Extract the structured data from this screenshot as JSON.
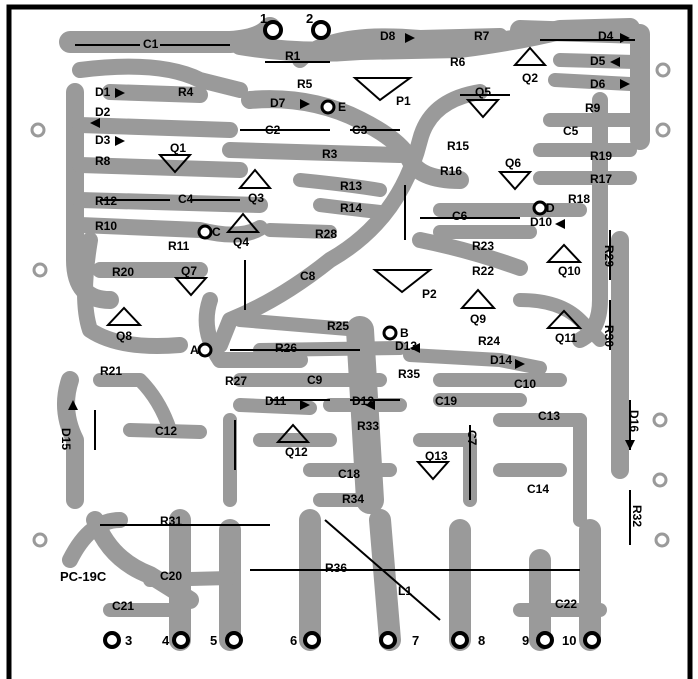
{
  "board_code": "PC-19C",
  "top_pads": [
    "1",
    "2"
  ],
  "bottom_pads": [
    "3",
    "4",
    "5",
    "6",
    "7",
    "8",
    "9",
    "10"
  ],
  "components": {
    "C1": "C1",
    "C2": "C2",
    "C3": "C3",
    "C4": "C4",
    "C5": "C5",
    "C6": "C6",
    "C7": "C7",
    "C8": "C8",
    "C9": "C9",
    "C10": "C10",
    "C12": "C12",
    "C13": "C13",
    "C14": "C14",
    "C18": "C18",
    "C19": "C19",
    "C20": "C20",
    "C21": "C21",
    "C22": "C22",
    "R1": "R1",
    "R3": "R3",
    "R4": "R4",
    "R5": "R5",
    "R6": "R6",
    "R7": "R7",
    "R8": "R8",
    "R9": "R9",
    "R10": "R10",
    "R11": "R11",
    "R12": "R12",
    "R13": "R13",
    "R14": "R14",
    "R15": "R15",
    "R16": "R16",
    "R17": "R17",
    "R18": "R18",
    "R19": "R19",
    "R20": "R20",
    "R21": "R21",
    "R22": "R22",
    "R23": "R23",
    "R24": "R24",
    "R25": "R25",
    "R26": "R26",
    "R27": "R27",
    "R28": "R28",
    "R29": "R29",
    "R30": "R30",
    "R31": "R31",
    "R32": "R32",
    "R33": "R33",
    "R34": "R34",
    "R35": "R35",
    "R36": "R36",
    "D1": "D1",
    "D2": "D2",
    "D3": "D3",
    "D4": "D4",
    "D5": "D5",
    "D6": "D6",
    "D7": "D7",
    "D8": "D8",
    "D10": "D10",
    "D11": "D11",
    "D12": "D12",
    "D13": "D13",
    "D14": "D14",
    "D15": "D15",
    "D16": "D16",
    "Q1": "Q1",
    "Q2": "Q2",
    "Q3": "Q3",
    "Q4": "Q4",
    "Q5": "Q5",
    "Q6": "Q6",
    "Q7": "Q7",
    "Q8": "Q8",
    "Q9": "Q9",
    "Q10": "Q10",
    "Q11": "Q11",
    "Q12": "Q12",
    "Q13": "Q13",
    "P1": "P1",
    "P2": "P2",
    "L1": "L1"
  },
  "pin_letters": {
    "B": "B",
    "C": "C",
    "E": "E",
    "D": "D",
    "A": "A"
  }
}
